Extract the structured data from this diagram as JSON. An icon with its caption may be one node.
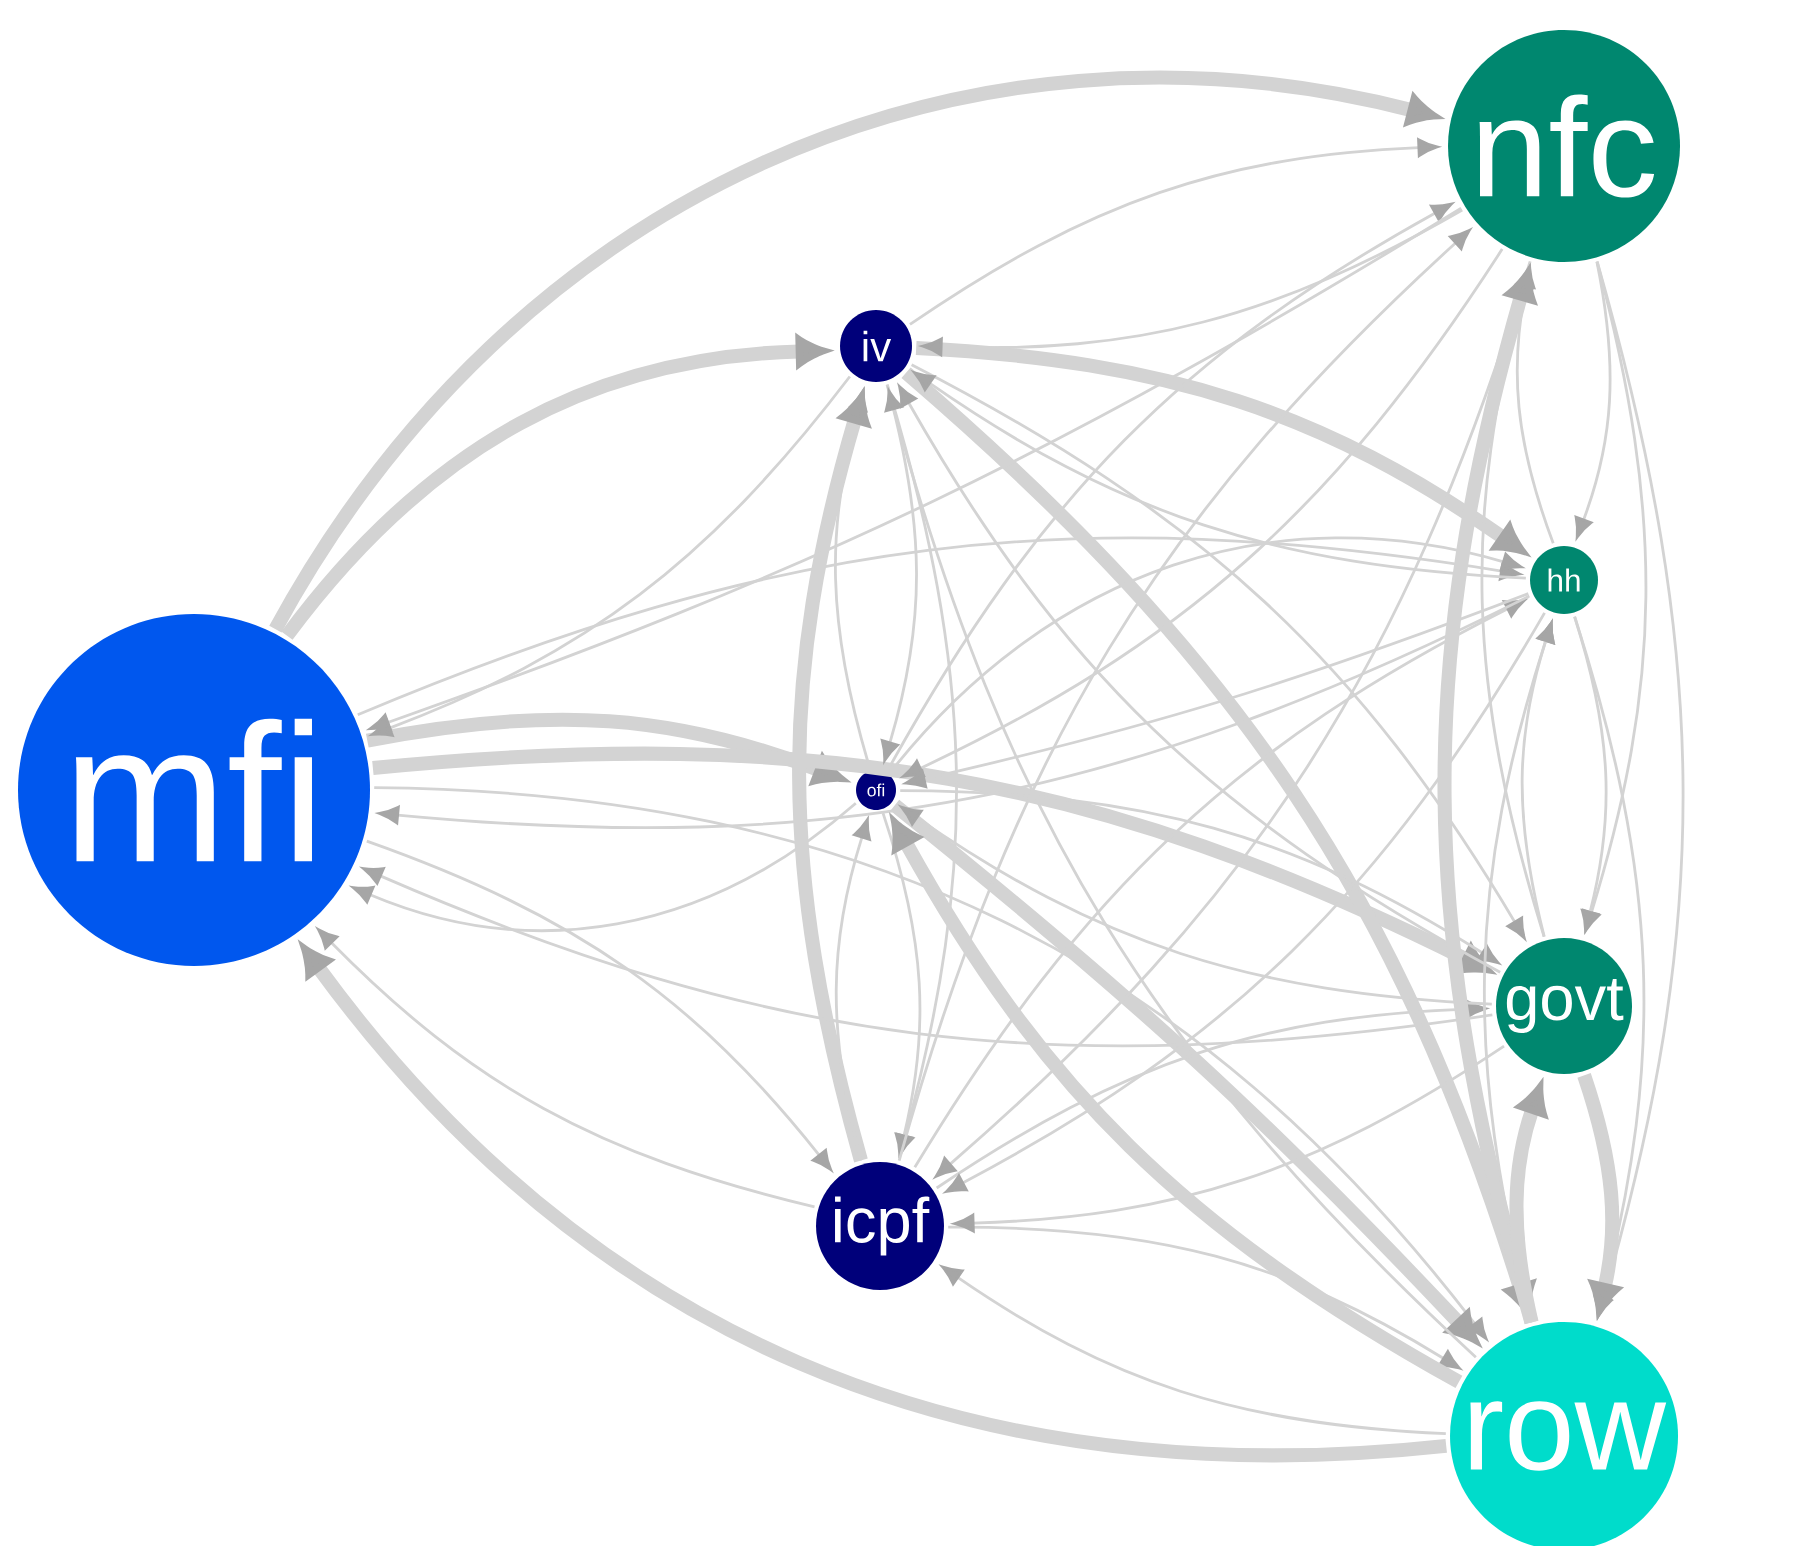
{
  "diagram": {
    "nodes": [
      {
        "text": [
          "mfi"
        ]
      },
      {
        "text": [
          "iv"
        ]
      },
      {
        "text": [
          "ofi"
        ]
      },
      {
        "text": [
          "icpf"
        ]
      },
      {
        "text": [
          "nfc"
        ]
      },
      {
        "text": [
          "hh"
        ]
      },
      {
        "text": [
          "govt"
        ]
      },
      {
        "text": [
          "row"
        ]
      }
    ],
    "edges": [
      {
        "from": 0,
        "to": 1,
        "arrow": "to",
        "style": "thick"
      },
      {
        "from": 0,
        "to": 2,
        "arrow": "to",
        "style": "thick"
      },
      {
        "from": 0,
        "to": 3,
        "arrow": "to"
      },
      {
        "from": 0,
        "to": 4,
        "arrow": "to",
        "style": "thick"
      },
      {
        "from": 0,
        "to": 5,
        "arrow": "to"
      },
      {
        "from": 0,
        "to": 6,
        "arrow": "to",
        "style": "thick"
      },
      {
        "from": 0,
        "to": 7,
        "arrow": "to"
      },
      {
        "from": 1,
        "to": 0,
        "arrow": "to"
      },
      {
        "from": 1,
        "to": 2,
        "arrow": "to"
      },
      {
        "from": 1,
        "to": 3,
        "arrow": "to"
      },
      {
        "from": 1,
        "to": 4,
        "arrow": "to"
      },
      {
        "from": 1,
        "to": 5,
        "arrow": "to",
        "style": "thick"
      },
      {
        "from": 1,
        "to": 6,
        "arrow": "to"
      },
      {
        "from": 1,
        "to": 7,
        "arrow": "to",
        "style": "thick"
      },
      {
        "from": 2,
        "to": 0,
        "arrow": "to"
      },
      {
        "from": 2,
        "to": 1,
        "arrow": "to"
      },
      {
        "from": 2,
        "to": 3,
        "arrow": "to"
      },
      {
        "from": 2,
        "to": 4,
        "arrow": "to"
      },
      {
        "from": 2,
        "to": 5,
        "arrow": "to"
      },
      {
        "from": 2,
        "to": 6,
        "arrow": "to"
      },
      {
        "from": 2,
        "to": 7,
        "arrow": "to",
        "style": "thick"
      },
      {
        "from": 3,
        "to": 0,
        "arrow": "to"
      },
      {
        "from": 3,
        "to": 1,
        "arrow": "to",
        "style": "thick"
      },
      {
        "from": 3,
        "to": 2,
        "arrow": "to"
      },
      {
        "from": 3,
        "to": 4,
        "arrow": "to"
      },
      {
        "from": 3,
        "to": 5,
        "arrow": "to"
      },
      {
        "from": 3,
        "to": 6,
        "arrow": "to"
      },
      {
        "from": 3,
        "to": 7,
        "arrow": "to"
      },
      {
        "from": 4,
        "to": 0,
        "arrow": "to"
      },
      {
        "from": 4,
        "to": 1,
        "arrow": "to"
      },
      {
        "from": 4,
        "to": 2,
        "arrow": "to"
      },
      {
        "from": 4,
        "to": 3,
        "arrow": "to"
      },
      {
        "from": 4,
        "to": 5,
        "arrow": "to"
      },
      {
        "from": 4,
        "to": 6,
        "arrow": "to"
      },
      {
        "from": 4,
        "to": 7,
        "arrow": "to"
      },
      {
        "from": 5,
        "to": 0,
        "arrow": "to"
      },
      {
        "from": 5,
        "to": 1,
        "arrow": "to"
      },
      {
        "from": 5,
        "to": 2,
        "arrow": "to"
      },
      {
        "from": 5,
        "to": 3,
        "arrow": "to"
      },
      {
        "from": 5,
        "to": 4,
        "arrow": "to"
      },
      {
        "from": 5,
        "to": 6,
        "arrow": "to"
      },
      {
        "from": 5,
        "to": 7,
        "arrow": "to"
      },
      {
        "from": 6,
        "to": 0,
        "arrow": "to"
      },
      {
        "from": 6,
        "to": 1,
        "arrow": "to"
      },
      {
        "from": 6,
        "to": 2,
        "arrow": "to"
      },
      {
        "from": 6,
        "to": 3,
        "arrow": "to"
      },
      {
        "from": 6,
        "to": 4,
        "arrow": "to"
      },
      {
        "from": 6,
        "to": 5,
        "arrow": "to"
      },
      {
        "from": 6,
        "to": 7,
        "arrow": "to",
        "style": "thick"
      },
      {
        "from": 7,
        "to": 0,
        "arrow": "to",
        "style": "thick"
      },
      {
        "from": 7,
        "to": 1,
        "arrow": "to"
      },
      {
        "from": 7,
        "to": 2,
        "arrow": "to",
        "style": "thick"
      },
      {
        "from": 7,
        "to": 3,
        "arrow": "to"
      },
      {
        "from": 7,
        "to": 4,
        "arrow": "to",
        "style": "thick"
      },
      {
        "from": 7,
        "to": 5,
        "arrow": "to"
      },
      {
        "from": 7,
        "to": 6,
        "arrow": "to",
        "style": "thick"
      }
    ]
  }
}
